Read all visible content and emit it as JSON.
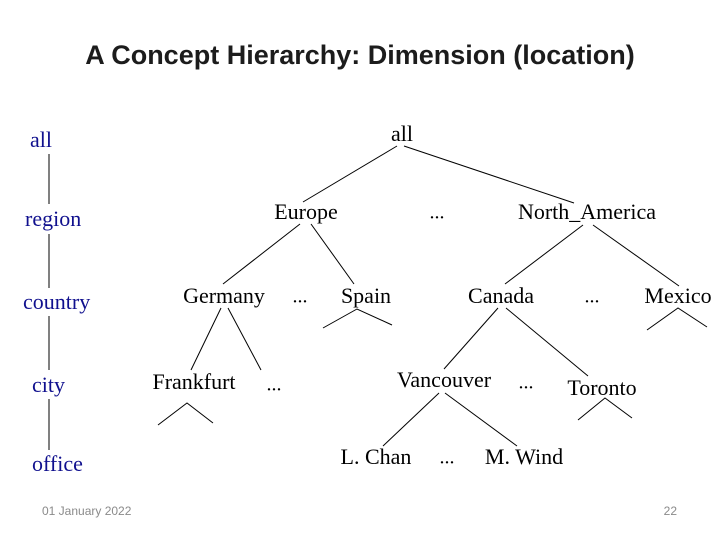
{
  "slide": {
    "title": "A Concept Hierarchy: Dimension (location)",
    "footer": {
      "date": "01 January 2022",
      "page_number": "22"
    }
  },
  "hierarchy_levels": [
    {
      "label": "all"
    },
    {
      "label": "region"
    },
    {
      "label": "country"
    },
    {
      "label": "city"
    },
    {
      "label": "office"
    }
  ],
  "tree": {
    "root": {
      "label": "all"
    },
    "region_level": {
      "europe": "Europe",
      "ellipsis": "...",
      "north_america": "North_America"
    },
    "country_level": {
      "germany": "Germany",
      "ellipsis_europe": "...",
      "spain": "Spain",
      "canada": "Canada",
      "ellipsis_na": "...",
      "mexico": "Mexico"
    },
    "city_level": {
      "frankfurt": "Frankfurt",
      "ellipsis_germany": "...",
      "vancouver": "Vancouver",
      "ellipsis_canada": "...",
      "toronto": "Toronto"
    },
    "office_level": {
      "l_chan": "L. Chan",
      "ellipsis": "...",
      "m_wind": "M. Wind"
    }
  },
  "colors": {
    "level_label_text": "#10108e",
    "tree_text": "#000000",
    "title_text": "#1c1c1c",
    "footer_text": "#8a8a8a",
    "edge": "#000000"
  }
}
